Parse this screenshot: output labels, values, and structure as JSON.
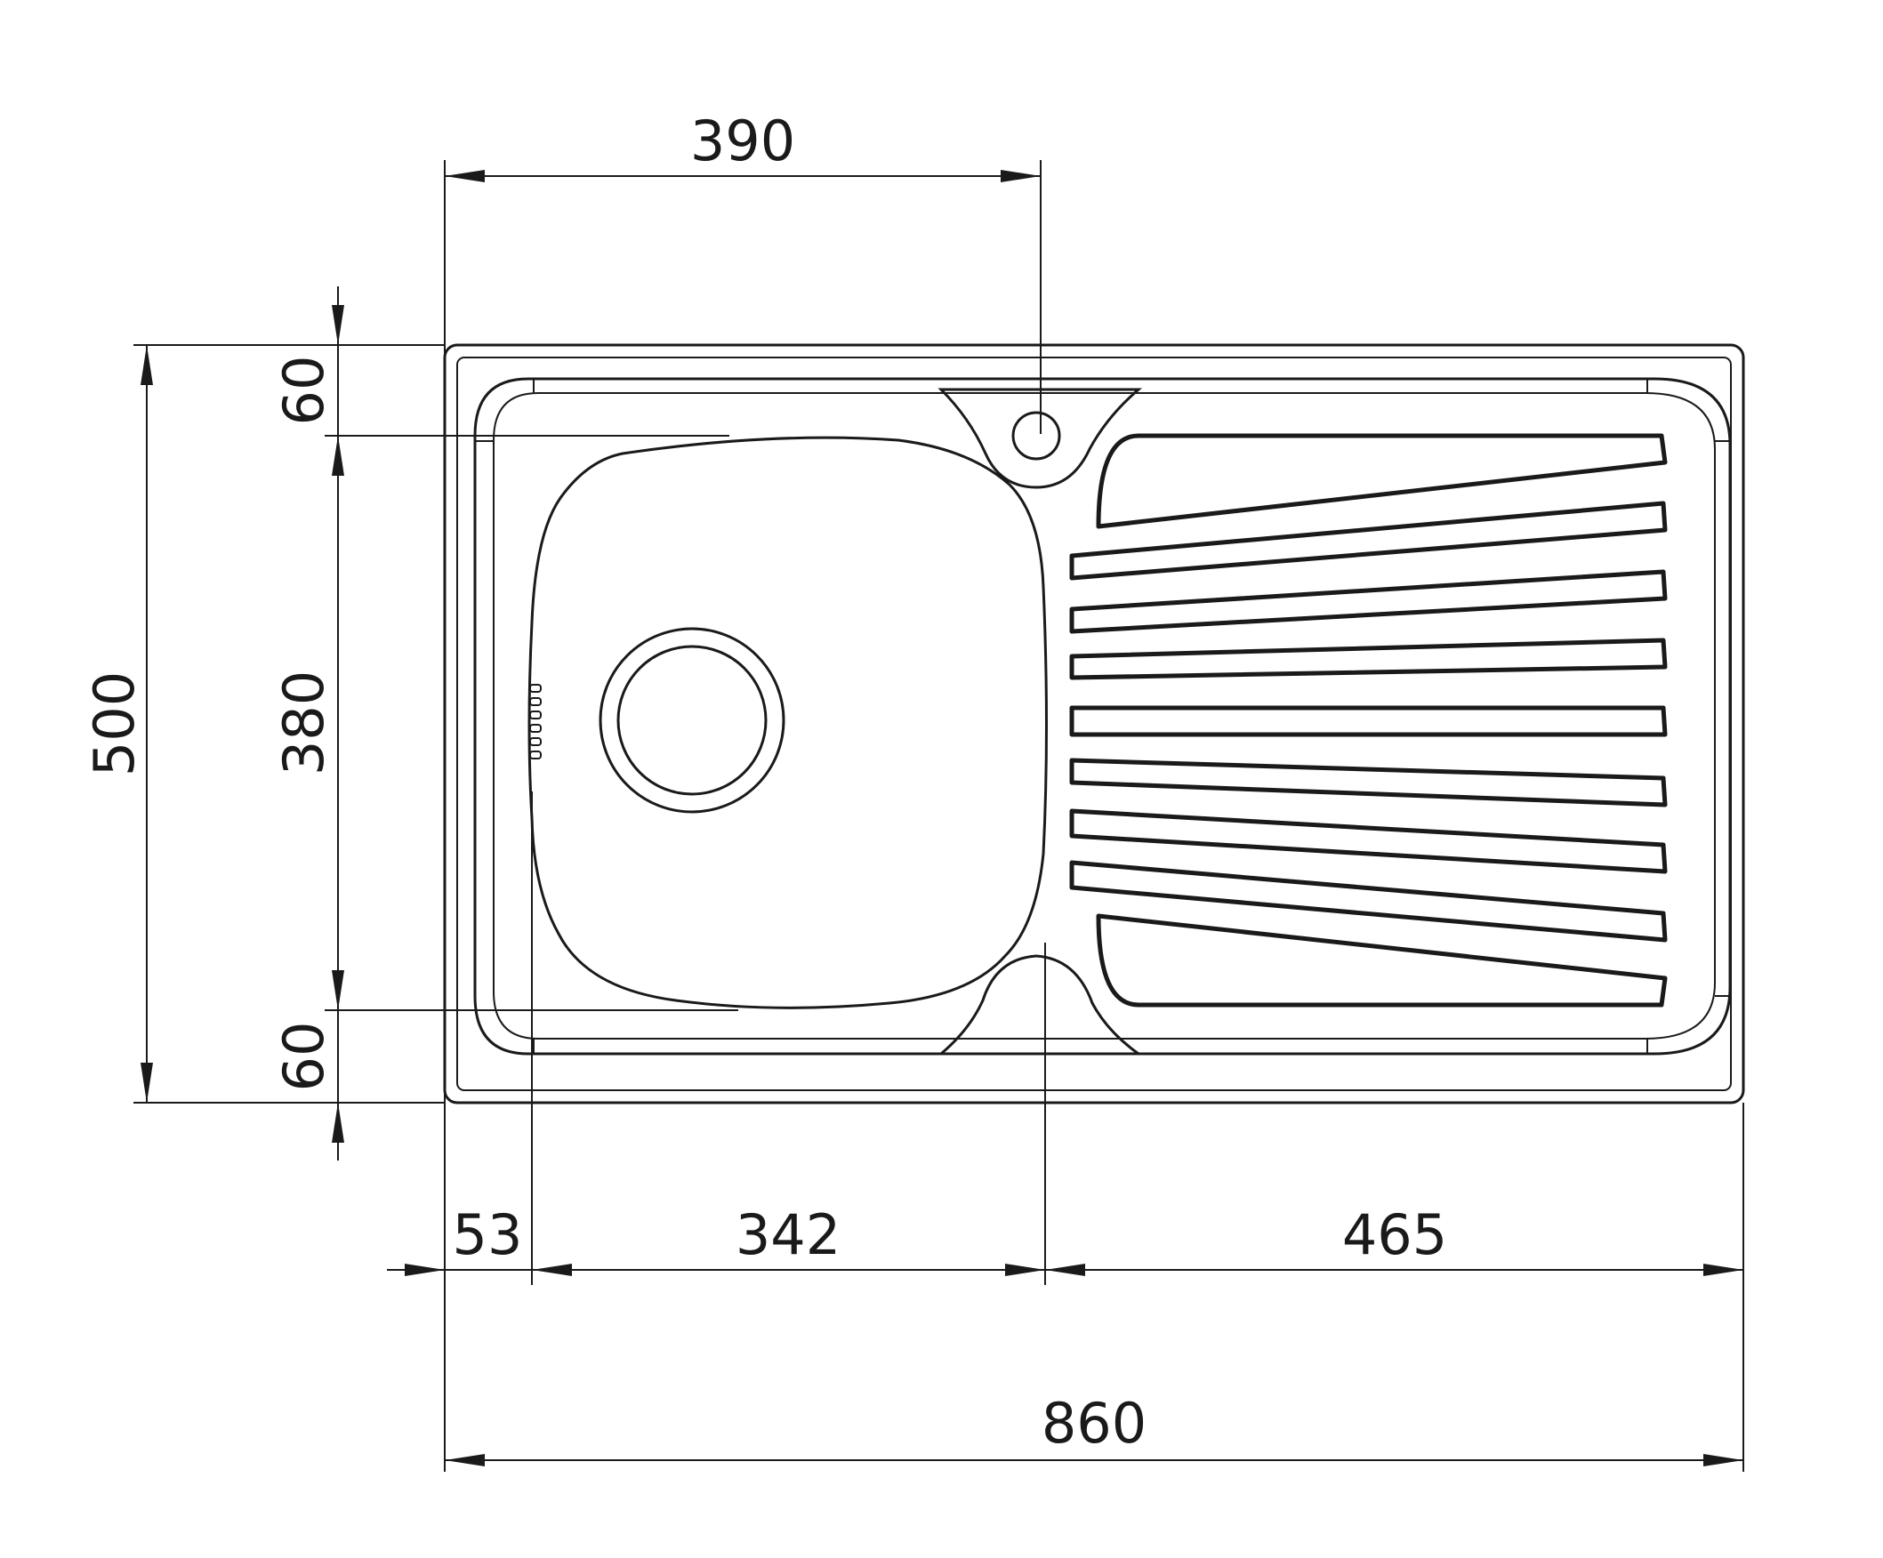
{
  "dimensions": {
    "overall_width": "860",
    "overall_height": "500",
    "bowl_center_offset": "390",
    "top_margin": "60",
    "bowl_height": "380",
    "bottom_margin": "60",
    "left_margin": "53",
    "bowl_width": "342",
    "drainer_width": "465"
  }
}
